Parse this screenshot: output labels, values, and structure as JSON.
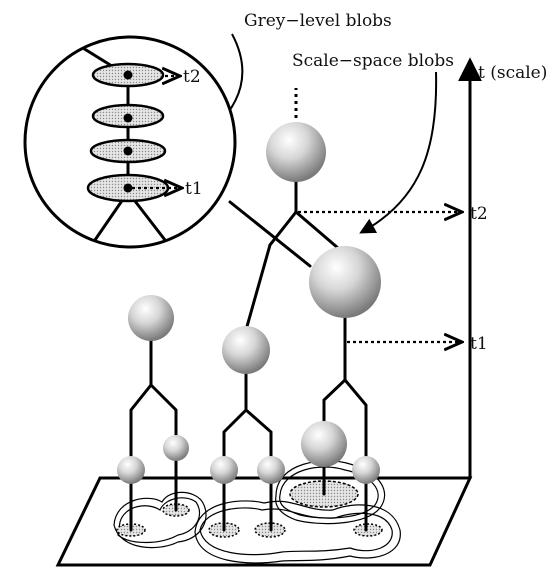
{
  "labels": {
    "grey_level_blobs": "Grey−level blobs",
    "scale_space_blobs": "Scale−space blobs",
    "t_axis": "t (scale)",
    "t2_right": "t2",
    "t1_right": "t1",
    "t2_inset": "t2",
    "t1_inset": "t1"
  }
}
